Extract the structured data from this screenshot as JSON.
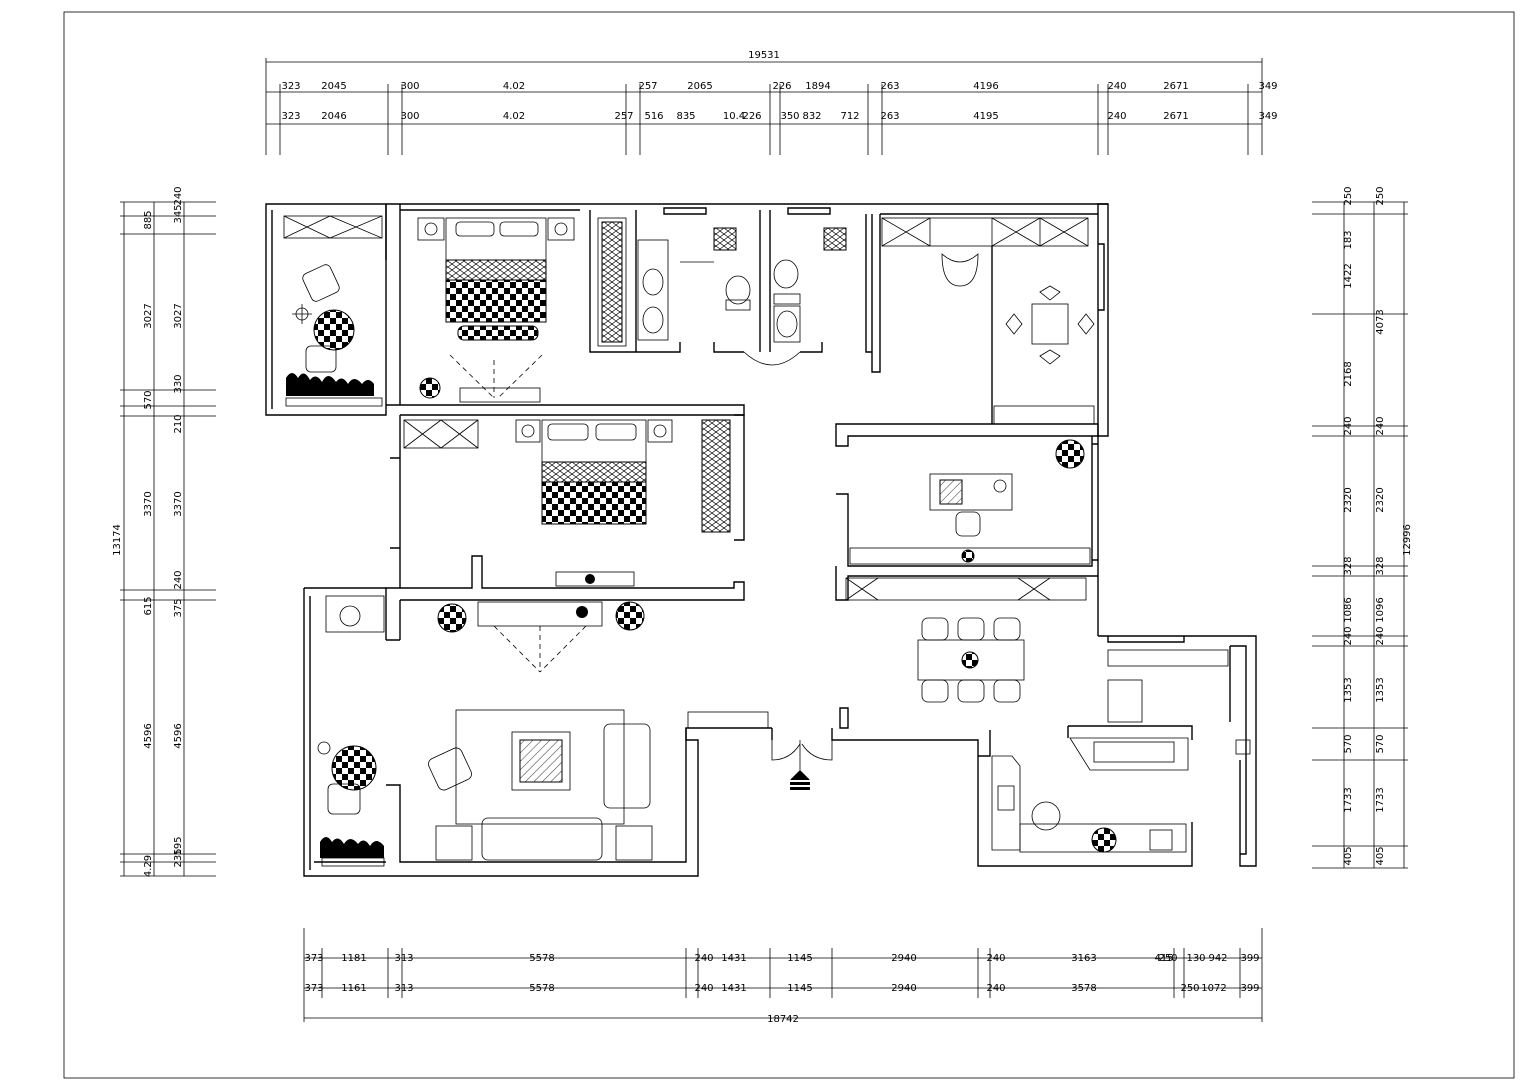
{
  "top_dims": {
    "overall": "19531",
    "row1": [
      "323",
      "2045",
      "300",
      "4.02",
      "257",
      "2065",
      "226",
      "1894",
      "263",
      "4196",
      "240",
      "2671",
      "349"
    ],
    "row2": [
      "323",
      "2046",
      "300",
      "4.02",
      "257",
      "516",
      "835",
      "10.4",
      "226",
      "350",
      "832",
      "712",
      "263",
      "4195",
      "240",
      "2671",
      "349"
    ]
  },
  "bottom_dims": {
    "overall": "18742",
    "row1": [
      "373",
      "1181",
      "313",
      "5578",
      "240",
      "1431",
      "1145",
      "2940",
      "240",
      "3163",
      "250",
      "415",
      "130",
      "942",
      "399"
    ],
    "row2": [
      "373",
      "1161",
      "313",
      "5578",
      "240",
      "1431",
      "1145",
      "2940",
      "240",
      "3578",
      "250",
      "1072",
      "399"
    ]
  },
  "left_dims": {
    "overall": "13174",
    "outer": [
      "885",
      "3027",
      "570",
      "3370",
      "615",
      "4596",
      "4.29"
    ],
    "inner": [
      "240",
      "345",
      "3027",
      "330",
      "210",
      "3370",
      "240",
      "375",
      "4596",
      "195",
      "235"
    ]
  },
  "right_dims": {
    "overall": "12996",
    "outer": [
      "250",
      "4073",
      "240",
      "2320",
      "328",
      "1096",
      "240",
      "1353",
      "570",
      "1733",
      "405"
    ],
    "inner": [
      "250",
      "183",
      "1422",
      "2168",
      "240",
      "2320",
      "328",
      "1086",
      "240",
      "1353",
      "570",
      "1733",
      "405"
    ]
  }
}
